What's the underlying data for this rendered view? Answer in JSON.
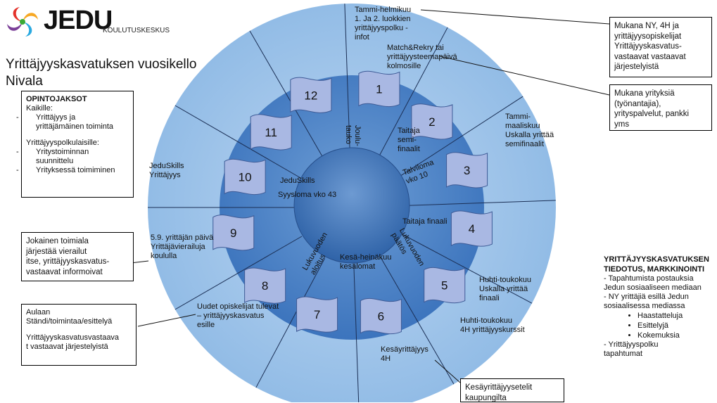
{
  "logo": {
    "name": "JEDU",
    "subtitle": "KOULUTUSKESKUS",
    "colors": [
      "#e4322b",
      "#f7a823",
      "#2aa9e0",
      "#7b3f98",
      "#3aaa35"
    ]
  },
  "title": {
    "line1": "Yrittäjyyskasvatuksen vuosikello",
    "line2": "Nivala"
  },
  "months": [
    "1",
    "2",
    "3",
    "4",
    "5",
    "6",
    "7",
    "8",
    "9",
    "10",
    "11",
    "12"
  ],
  "wheel": {
    "colors": {
      "outer": "#9ec3e8",
      "inner": "#4f86c6",
      "center": "#2f63a8",
      "flag": "#a9b8e3"
    }
  },
  "inner_labels": {
    "jouluTauko": "Joulu-\ntauko",
    "talviloma": "Talviloma\nvko 10",
    "lukuvuodenPaatos": "Lukuvuoden\npäätös",
    "kesaHeinakuu": "Kesä-heinäkuu\nkesälomat",
    "lukuvuodenAloitus": "Lukuvuoden\naloitus",
    "syysloma": "Syysloma  vko 43",
    "jeduSkillsInner": "JeduSkills"
  },
  "outer_labels": {
    "tammiHelmikuu": "Tammi-helmikuu\n1. Ja 2. luokkien\nyrittäjyyspolku -\ninfot",
    "matchRekry": "Match&Rekry tai\nyrittäjyysteemapäivä\nkolmosille",
    "taitajaSemi": "Taitaja\nsemi-\nfinaalit",
    "tammiMaalis": "Tammi-\nmaaliskuu\nUskalla yrittää\nsemifinaalit",
    "taitajaFinaali": "Taitaja finaali",
    "huhtiToukoUskalla": "Huhti-toukokuu\nUskalla yrittää\nfinaali",
    "huhtiToukoKurssit": "Huhti-toukokuu\n4H yrittäjyyskurssit",
    "kesayrittajyys": "Kesäyrittäjyys\n4H",
    "uudetOpiskelijat": "Uudet opiskelijat tulevat\n– yrittäjyyskasvatus\nesille",
    "yrittajanPaiva": "5.9. yrittäjän päivä\nYrittäjävierailuja\nkoululla",
    "jeduSkillsOuter": "JeduSkills\nYrittäjyys"
  },
  "boxes": {
    "mukanaNY": "Mukana NY, 4H ja\nyrittäjyysopiskelijat\nYrittäjyyskasvatus-\nvastaavat vastaavat\njärjestelyistä",
    "mukanaYrityksia": "Mukana yrityksiä\n(työnantajia),\nyrityspalvelut, pankki\nyms",
    "jokainenToimiala": "Jokainen toimiala\njärjestää vierailut\nitse,  yrittäjyyskasvatus-\nvastaavat informoivat",
    "aulaan": "Aulaan\nStändi/toimintaa/esittelyä",
    "aulaan2": "Yrittäjyyskasvatusvastaava\nt vastaavat järjestelyistä",
    "kesayrittajyysetelit": "Kesäyrittäjyysetelit\nkaupungilta"
  },
  "opintojaksot": {
    "heading": "OPINTOJAKSOT",
    "kaikille": "Kaikille:",
    "kaikilleItems": [
      "Yrittäjyys ja\nyrittäjämäinen toiminta"
    ],
    "polku": "Yrittäjyyspolkulaisille:",
    "polkuItems": [
      "Yritystoiminnan\nsuunnittelu",
      "Yrityksessä toimiminen"
    ]
  },
  "tiedotus": {
    "heading1": "YRITTÄJYYSKASVATUKSEN",
    "heading2": "TIEDOTUS, MARKKINOINTI",
    "line1": "- Tapahtumista postauksia\nJedun sosiaaliseen mediaan",
    "line2": "- NY yrittäjiä esillä Jedun\nsosiaalisessa mediassa",
    "bullets": [
      "Haastatteluja",
      "Esittelyjä",
      "Kokemuksia"
    ],
    "line3": "- Yrittäjyyspolku\ntapahtumat"
  }
}
